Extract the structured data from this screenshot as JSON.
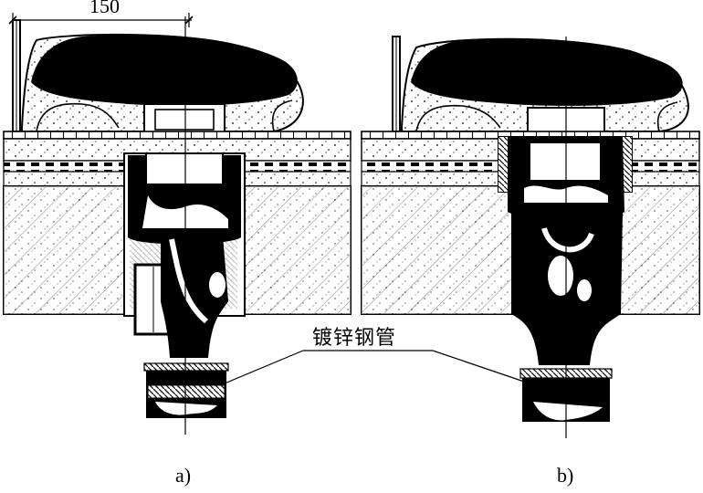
{
  "labels": {
    "dimension": "150",
    "pipe_name": "镀锌钢管",
    "caption_a": "a)",
    "caption_b": "b)"
  },
  "colors": {
    "ink": "#000000",
    "paper": "#ffffff"
  },
  "panels": [
    {
      "id": "a",
      "shows_dimension": true
    },
    {
      "id": "b",
      "shows_dimension": false
    }
  ]
}
